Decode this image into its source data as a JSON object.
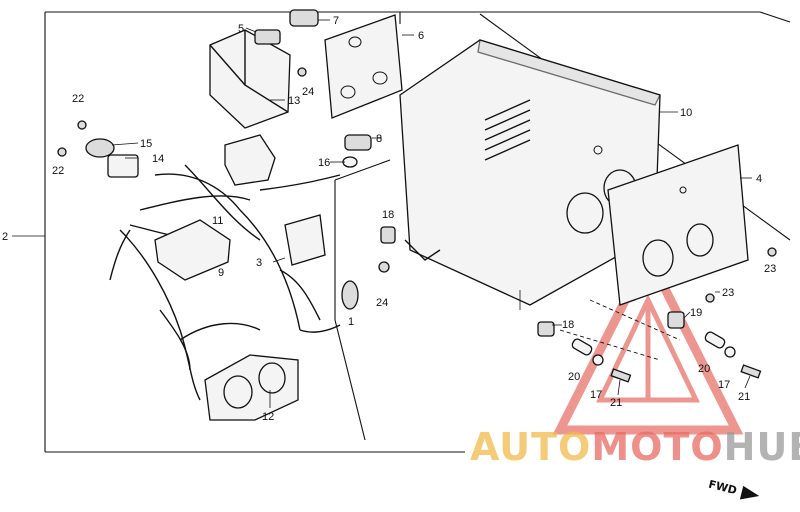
{
  "callouts": {
    "c1": "1",
    "c2": "2",
    "c3": "3",
    "c4": "4",
    "c5": "5",
    "c6": "6",
    "c7": "7",
    "c8": "8",
    "c9": "9",
    "c10": "10",
    "c11": "11",
    "c12": "12",
    "c13": "13",
    "c14": "14",
    "c15": "15",
    "c16": "16",
    "c17a": "17",
    "c17b": "17",
    "c18a": "18",
    "c18b": "18",
    "c19": "19",
    "c20a": "20",
    "c20b": "20",
    "c21a": "21",
    "c21b": "21",
    "c22a": "22",
    "c22b": "22",
    "c23a": "23",
    "c23b": "23",
    "c24a": "24",
    "c24b": "24"
  },
  "direction_label": "FWD",
  "watermark": {
    "part1": "AUTO",
    "part2": "MOTO",
    "part3": "HUB",
    "colors": {
      "auto": "#f2b94a",
      "moto": "#e86a62",
      "hub": "#9a9a9a",
      "triangle": "#e8736c"
    }
  }
}
